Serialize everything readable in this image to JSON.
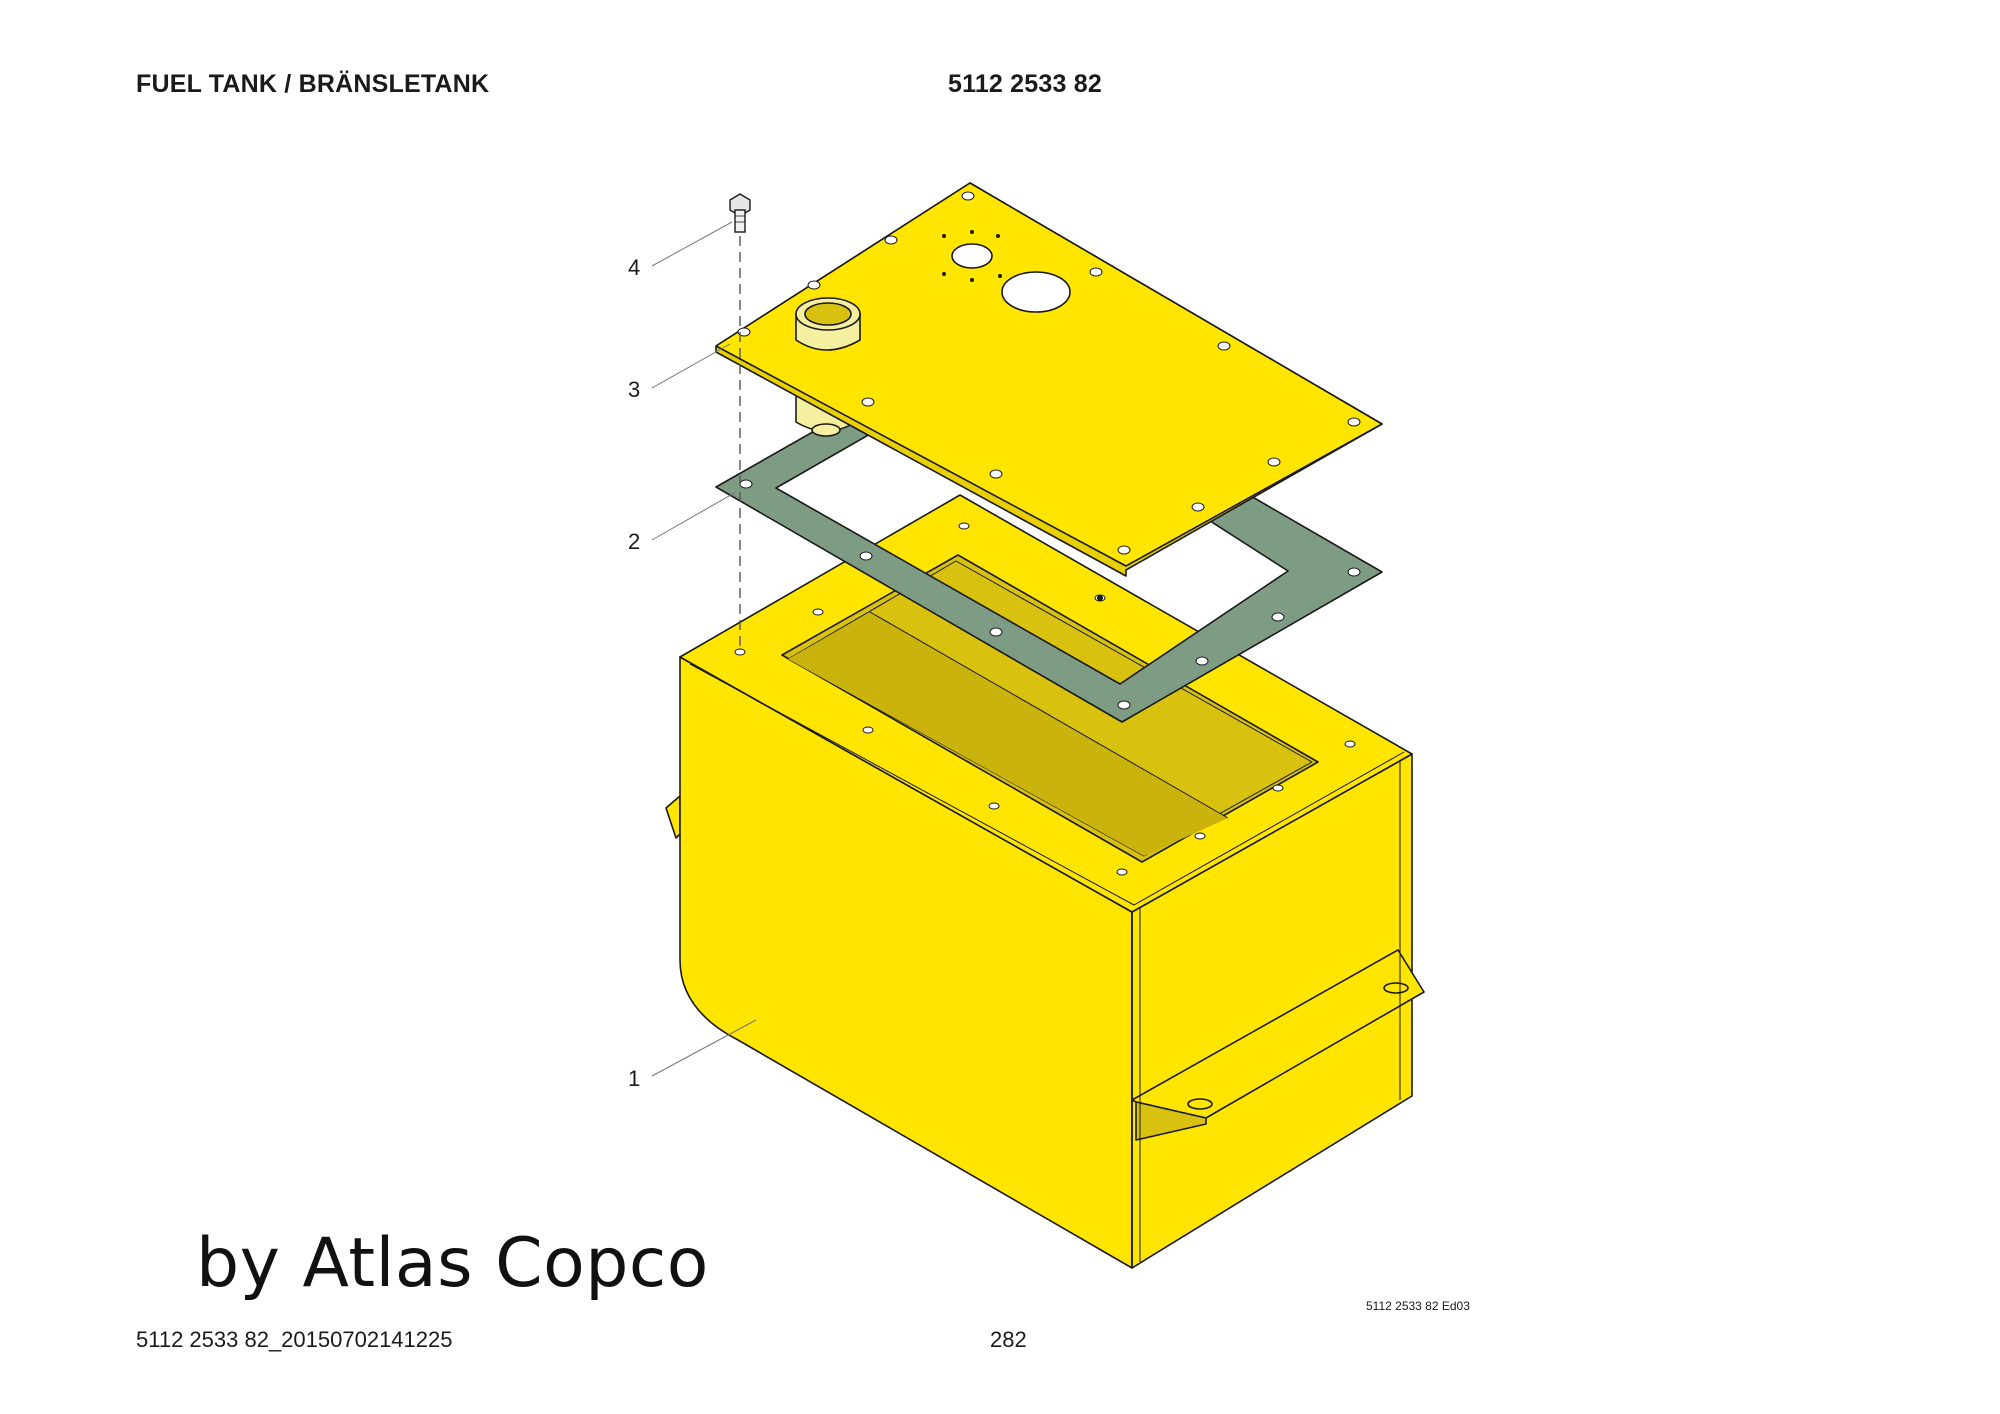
{
  "header": {
    "title": "FUEL TANK / BRÄNSLETANK",
    "part_number": "5112 2533 82"
  },
  "diagram": {
    "callouts": [
      "1",
      "2",
      "3",
      "4"
    ],
    "edition_label": "5112 2533 82 Ed03",
    "watermark": "by Atlas Copco",
    "colors": {
      "tank": "#FFE500",
      "tank_shadow": "#D9C20F",
      "gasket": "#7E9C84",
      "outline": "#1a1a1a",
      "filler_neck": "#F5EFA0"
    },
    "parts": {
      "1": "tank-body",
      "2": "gasket",
      "3": "cover-plate",
      "4": "bolt"
    }
  },
  "footer": {
    "doc_id": "5112 2533 82_20150702141225",
    "page": "282"
  }
}
